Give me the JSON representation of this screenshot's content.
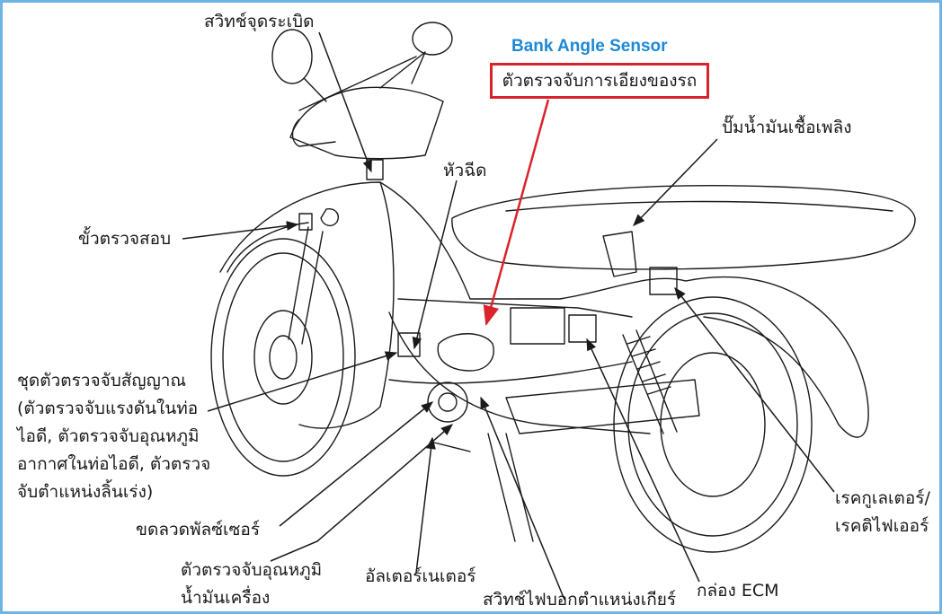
{
  "diagram": {
    "highlight": {
      "title": "Bank Angle Sensor",
      "label": "ตัวตรวจจับการเอียงของรถ",
      "title_color": "#1e88d6",
      "box_color": "#d9232d"
    },
    "labels": {
      "ignition_switch": "สวิทช์จุดระเบิด",
      "fuel_pump": "ปั๊มน้ำมันเชื้อเพลิง",
      "injector": "หัวฉีด",
      "test_terminal": "ขั้วตรวจสอบ",
      "sensor_unit": [
        "ชุดตัวตรวจจับสัญญาณ",
        "(ตัวตรวจจับแรงดันในท่อ",
        "ไอดี, ตัวตรวจจับอุณหภูมิ",
        "อากาศในท่อไอดี, ตัวตรวจ",
        "จับตำแหน่งลิ้นเร่ง)"
      ],
      "regulator_rectifier": [
        "เรคกูเลเตอร์/",
        "เรคติไฟเออร์"
      ],
      "pulser_coil": "ขดลวดพัลซ์เซอร์",
      "oil_temp_sensor": [
        "ตัวตรวจจับอุณหภูมิ",
        "น้ำมันเครื่อง"
      ],
      "alternator": "อัลเตอร์เนเตอร์",
      "gear_position_switch": "สวิทช์ไฟบอกตำแหน่งเกียร์",
      "ecm_box": "กล่อง ECM"
    },
    "frame_color": "#6fb4e3"
  }
}
